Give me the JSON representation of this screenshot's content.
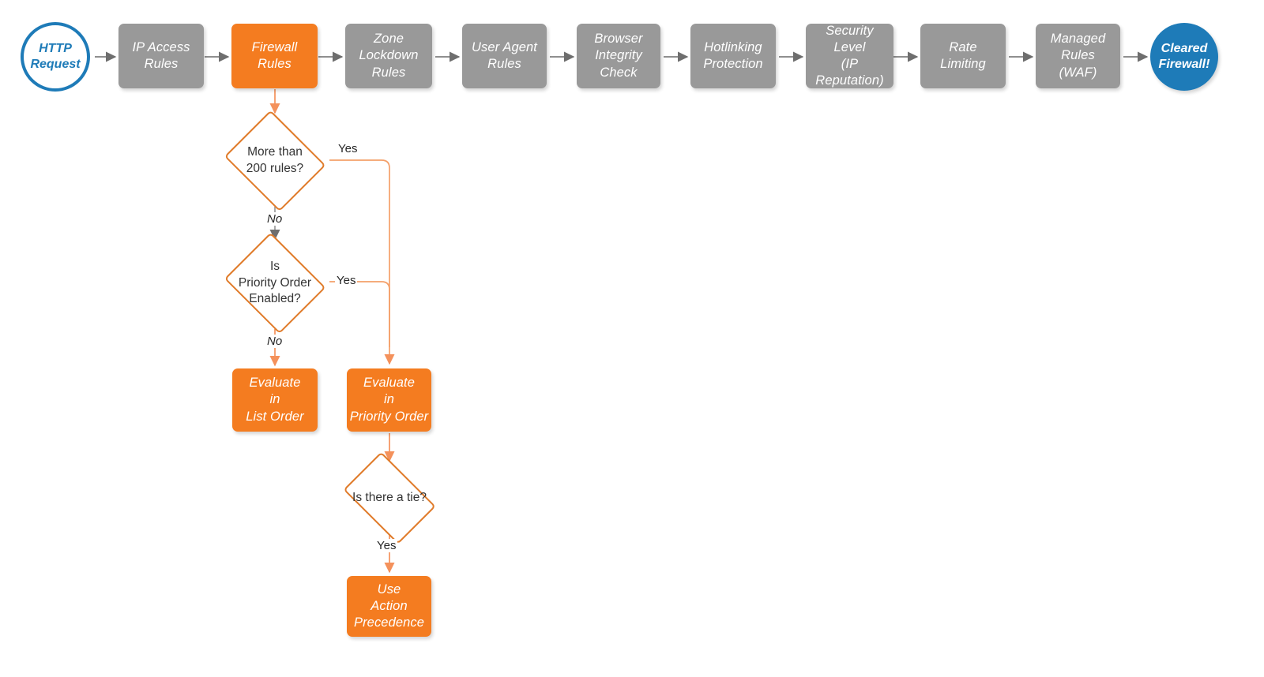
{
  "diagram": {
    "title": "Cloudflare firewall rules evaluation order flowchart",
    "colors": {
      "gray_node": "#999999",
      "orange_node": "#F47C20",
      "blue": "#1E7BB8",
      "diamond_stroke": "#E07B2A",
      "orange_edge": "#F4A06A",
      "gray_edge": "#7F7F7F",
      "label_text": "#262626"
    }
  },
  "pipeline": {
    "start": {
      "label": "HTTP\nRequest",
      "shape": "circle-hollow"
    },
    "steps": [
      {
        "label": "IP Access\nRules",
        "color": "gray"
      },
      {
        "label": "Firewall\nRules",
        "color": "orange"
      },
      {
        "label": "Zone\nLockdown\nRules",
        "color": "gray"
      },
      {
        "label": "User Agent\nRules",
        "color": "gray"
      },
      {
        "label": "Browser\nIntegrity\nCheck",
        "color": "gray"
      },
      {
        "label": "Hotlinking\nProtection",
        "color": "gray"
      },
      {
        "label": "Security\nLevel\n(IP Reputation)",
        "color": "gray"
      },
      {
        "label": "Rate\nLimiting",
        "color": "gray"
      },
      {
        "label": "Managed\nRules\n(WAF)",
        "color": "gray"
      }
    ],
    "end": {
      "label": "Cleared\nFirewall!",
      "shape": "circle-filled"
    }
  },
  "decisions": {
    "more_than_200": {
      "label": "More than\n200 rules?"
    },
    "priority_enabled": {
      "label": "Is\nPriority Order\nEnabled?"
    },
    "is_tie": {
      "label": "Is there a tie?"
    }
  },
  "outcomes": {
    "list_order": {
      "label": "Evaluate\nin\nList Order",
      "color": "orange"
    },
    "priority_order": {
      "label": "Evaluate\nin\nPriority Order",
      "color": "orange"
    },
    "action_precedence": {
      "label": "Use\nAction\nPrecedence",
      "color": "orange"
    }
  },
  "edge_labels": {
    "more200_yes": "Yes",
    "more200_no": "No",
    "priority_yes": "Yes",
    "priority_no": "No",
    "tie_yes": "Yes"
  }
}
